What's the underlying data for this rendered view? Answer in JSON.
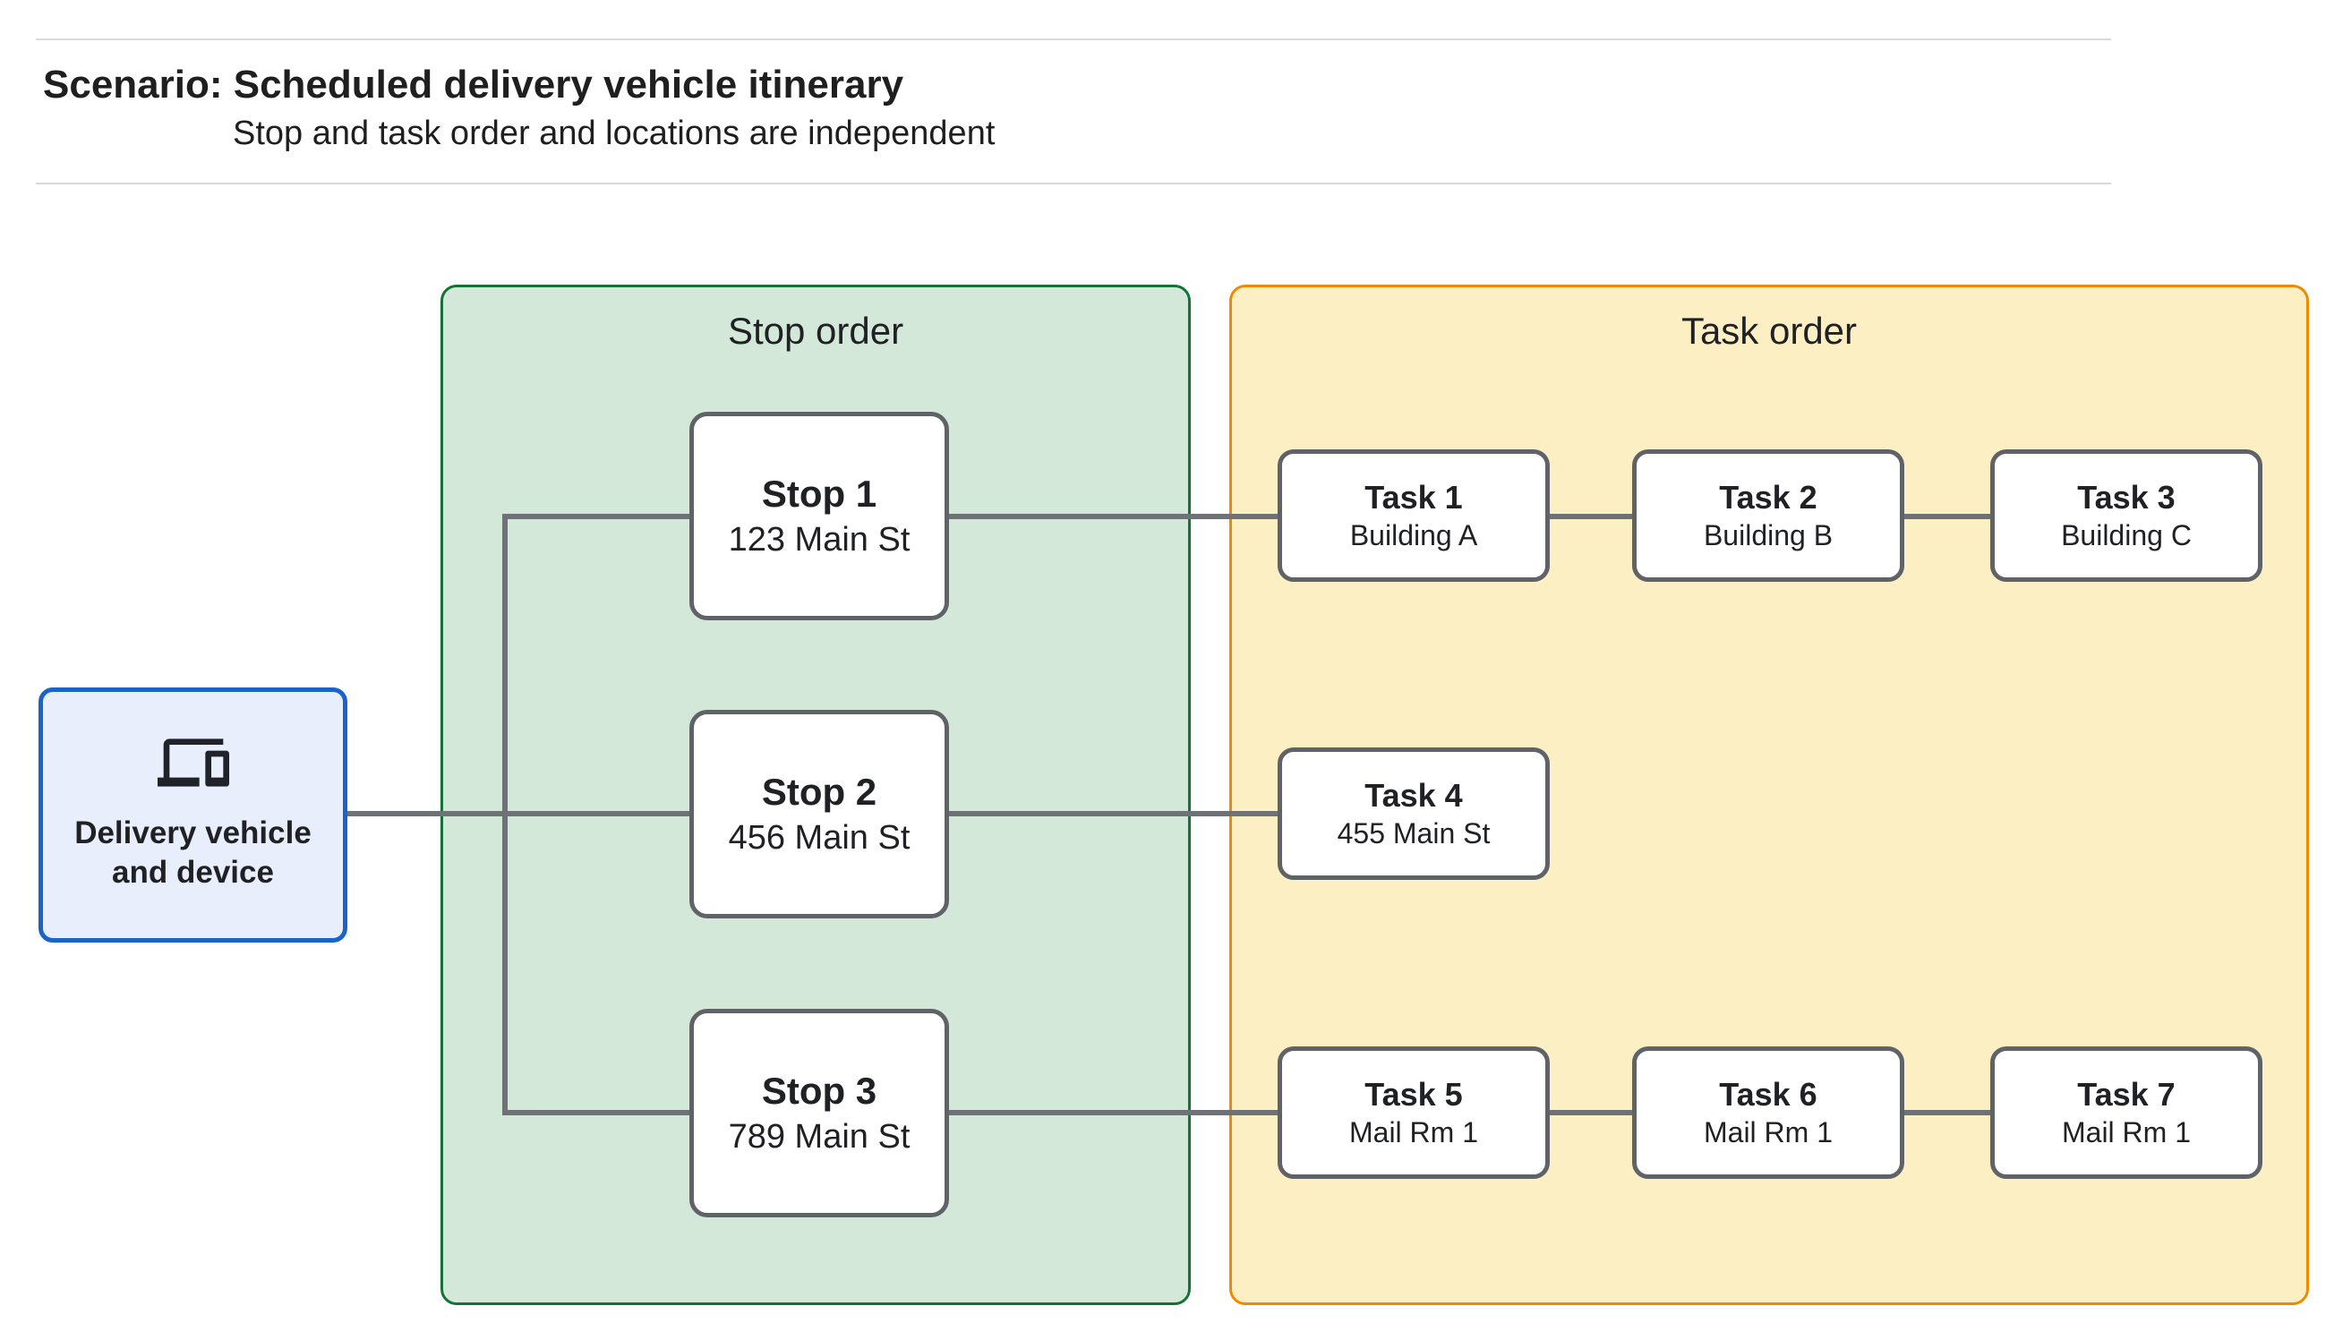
{
  "header": {
    "title": "Scenario: Scheduled delivery vehicle itinerary",
    "subtitle": "Stop and task order and locations are independent"
  },
  "delivery_node": {
    "icon": "devices-icon",
    "label_line1": "Delivery vehicle",
    "label_line2": "and device"
  },
  "panels": {
    "stop_order": {
      "title": "Stop order"
    },
    "task_order": {
      "title": "Task order"
    }
  },
  "stops": [
    {
      "title": "Stop 1",
      "address": "123 Main St"
    },
    {
      "title": "Stop 2",
      "address": "456 Main St"
    },
    {
      "title": "Stop 3",
      "address": "789 Main St"
    }
  ],
  "tasks": [
    {
      "title": "Task 1",
      "location": "Building A"
    },
    {
      "title": "Task 2",
      "location": "Building B"
    },
    {
      "title": "Task 3",
      "location": "Building C"
    },
    {
      "title": "Task 4",
      "location": "455 Main St"
    },
    {
      "title": "Task 5",
      "location": "Mail Rm 1"
    },
    {
      "title": "Task 6",
      "location": "Mail Rm 1"
    },
    {
      "title": "Task 7",
      "location": "Mail Rm 1"
    }
  ],
  "colors": {
    "stop_panel_fill": "#d4e8da",
    "stop_panel_border": "#137333",
    "task_panel_fill": "#fdefc4",
    "task_panel_border": "#ef8a00",
    "source_fill": "#e8eefc",
    "source_border": "#1a63c9",
    "node_border": "#5f6368",
    "connector": "#6e7175",
    "text": "#202124"
  }
}
